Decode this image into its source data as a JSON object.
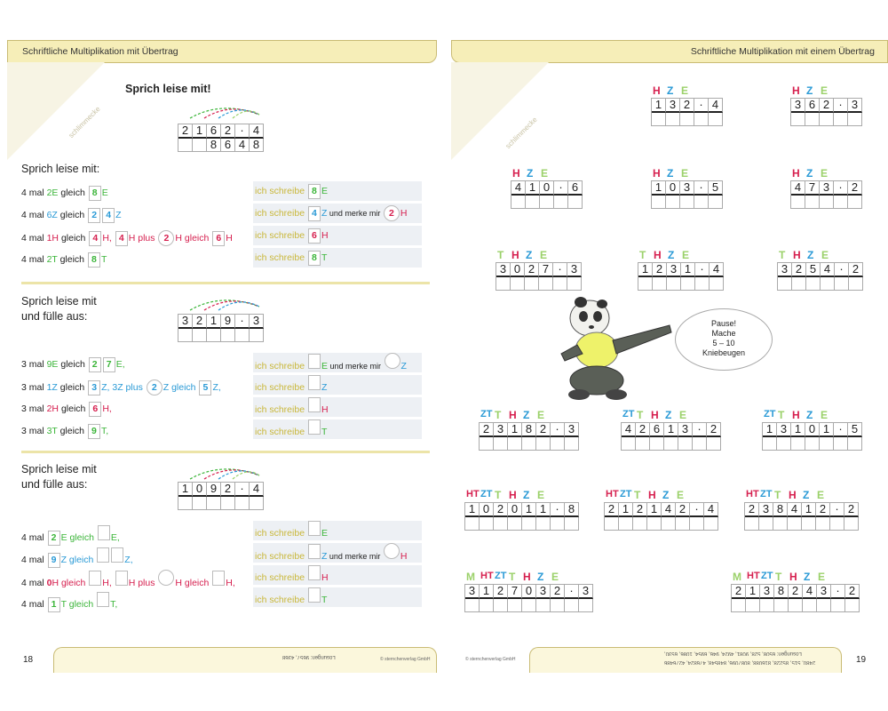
{
  "left": {
    "header": "Schriftliche Multiplikation mit Übertrag",
    "stamp": "schlimmecke",
    "page_number": "18",
    "solutions": "Lösungen: 9657, 4368",
    "publisher": "© sternchenverlag GmbH",
    "section1": {
      "title": "Sprich leise mit!",
      "problem_digits": [
        "2",
        "1",
        "6",
        "2",
        "·",
        "4"
      ],
      "result_digits": [
        "",
        "",
        "8",
        "6",
        "4",
        "8"
      ],
      "subtitle": "Sprich leise mit:",
      "rows": [
        {
          "a": "4 mal ",
          "b": "2E",
          "c": " gleich ",
          "d": "8",
          "e": "E",
          "right_a": "ich schreibe ",
          "right_b": "8",
          "right_c": "E",
          "right_d": "",
          "right_e": "",
          "right_f": ""
        },
        {
          "a": "4 mal ",
          "b": "6Z",
          "c": " gleich ",
          "d": "2",
          "e": "4",
          "f": "Z",
          "right_a": "ich schreibe ",
          "right_b": "4",
          "right_c": "Z",
          "right_d": " und merke mir ",
          "right_e": "2",
          "right_f": "H"
        },
        {
          "a": "4 mal ",
          "b": "1H",
          "c": " gleich ",
          "d": "4",
          "e": "H, ",
          "f": "4",
          "g": "H plus ",
          "h": "2",
          "i": "H gleich ",
          "j": "6",
          "k": "H",
          "right_a": "ich schreibe ",
          "right_b": "6",
          "right_c": "H"
        },
        {
          "a": "4 mal ",
          "b": "2T",
          "c": " gleich ",
          "d": "8",
          "e": "T",
          "right_a": "ich schreibe ",
          "right_b": "8",
          "right_c": "T"
        }
      ]
    },
    "section2": {
      "title": "Sprich leise mit",
      "title2": "und fülle aus:",
      "problem_digits": [
        "3",
        "2",
        "1",
        "9",
        "·",
        "3"
      ],
      "rows": [
        {
          "a": "3 mal ",
          "b": "9E",
          "c": " gleich ",
          "d": "2",
          "e": "7",
          "f": "E,",
          "right_a": "ich schreibe ",
          "right_c": "E",
          "right_d": " und merke mir ",
          "right_f": "Z"
        },
        {
          "a": "3 mal ",
          "b": "1Z",
          "c": " gleich ",
          "d": "3",
          "e": "Z, 3Z plus ",
          "f": "2",
          "g": "Z gleich ",
          "h": "5",
          "i": "Z,",
          "right_a": "ich schreibe ",
          "right_c": "Z"
        },
        {
          "a": "3 mal ",
          "b": "2H",
          "c": " gleich ",
          "d": "6",
          "e": "H,",
          "right_a": "ich schreibe ",
          "right_c": "H"
        },
        {
          "a": "3 mal ",
          "b": "3T",
          "c": " gleich ",
          "d": "9",
          "e": "T,",
          "right_a": "ich schreibe ",
          "right_c": "T"
        }
      ]
    },
    "section3": {
      "title": "Sprich leise mit",
      "title2": "und fülle aus:",
      "problem_digits": [
        "1",
        "0",
        "9",
        "2",
        "·",
        "4"
      ],
      "rows": [
        {
          "a": "4 mal ",
          "b": "2",
          "c": "E gleich ",
          "e": "E,",
          "right_a": "ich schreibe ",
          "right_c": "E"
        },
        {
          "a": "4 mal ",
          "b": "9",
          "c": "Z gleich ",
          "e": "Z,",
          "right_a": "ich schreibe ",
          "right_c": "Z",
          "right_d": " und merke mir ",
          "right_f": "H"
        },
        {
          "a": "4 mal ",
          "b": "0",
          "c": "H gleich ",
          "e": "H, ",
          "g": "H plus ",
          "i": "H gleich ",
          "k": "H,",
          "right_a": "ich schreibe ",
          "right_c": "H"
        },
        {
          "a": "4 mal ",
          "b": "1",
          "c": "T gleich ",
          "e": "T,",
          "right_a": "ich schreibe ",
          "right_c": "T"
        }
      ]
    }
  },
  "right": {
    "header": "Schriftliche Multiplikation mit einem Übertrag",
    "stamp": "schlimmecke",
    "page_number": "19",
    "publisher": "© sternchenverlag GmbH",
    "solutions_line1": "Lösungen: 6508, 528, 9081, 4924, 946, 6954, 1086, 6530,",
    "solutions_line2": "2480, 515, 85228, 816088, 8087096, 848548, 476824, 4276486",
    "bubble": [
      "Pause!",
      "Mache",
      "5 – 10",
      "Kniebeugen"
    ],
    "tasks": [
      {
        "label": "HZE",
        "digits": [
          "1",
          "3",
          "2",
          "·",
          "4"
        ]
      },
      {
        "label": "HZE",
        "digits": [
          "3",
          "6",
          "2",
          "·",
          "3"
        ]
      },
      {
        "label": "HZE",
        "digits": [
          "4",
          "1",
          "0",
          "·",
          "6"
        ]
      },
      {
        "label": "HZE",
        "digits": [
          "1",
          "0",
          "3",
          "·",
          "5"
        ]
      },
      {
        "label": "HZE",
        "digits": [
          "4",
          "7",
          "3",
          "·",
          "2"
        ]
      },
      {
        "label": "THZE",
        "digits": [
          "3",
          "0",
          "2",
          "7",
          "·",
          "3"
        ]
      },
      {
        "label": "THZE",
        "digits": [
          "1",
          "2",
          "3",
          "1",
          "·",
          "4"
        ]
      },
      {
        "label": "THZE",
        "digits": [
          "3",
          "2",
          "5",
          "4",
          "·",
          "2"
        ]
      },
      {
        "label": "ZTTHZE",
        "digits": [
          "2",
          "3",
          "1",
          "8",
          "2",
          "·",
          "3"
        ]
      },
      {
        "label": "ZTTHZE",
        "digits": [
          "4",
          "2",
          "6",
          "1",
          "3",
          "·",
          "2"
        ]
      },
      {
        "label": "ZTTHZE",
        "digits": [
          "1",
          "3",
          "1",
          "0",
          "1",
          "·",
          "5"
        ]
      },
      {
        "label": "HTZTTHZE",
        "digits": [
          "1",
          "0",
          "2",
          "0",
          "1",
          "1",
          "·",
          "8"
        ]
      },
      {
        "label": "HTZTTHZE",
        "digits": [
          "2",
          "1",
          "2",
          "1",
          "4",
          "2",
          "·",
          "4"
        ]
      },
      {
        "label": "HTZTTHZE",
        "digits": [
          "2",
          "3",
          "8",
          "4",
          "1",
          "2",
          "·",
          "2"
        ]
      },
      {
        "label": "MHTZTTHZE",
        "digits": [
          "3",
          "1",
          "2",
          "7",
          "0",
          "3",
          "2",
          "·",
          "3"
        ]
      },
      {
        "label": "MHTZTTHZE",
        "digits": [
          "2",
          "1",
          "3",
          "8",
          "2",
          "4",
          "3",
          "·",
          "2"
        ]
      }
    ]
  }
}
